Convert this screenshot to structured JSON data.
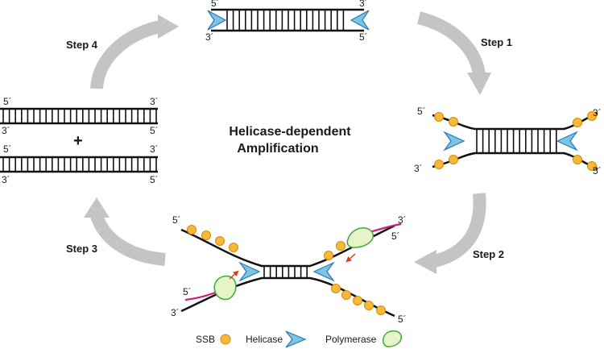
{
  "title": {
    "line1": "Helicase-dependent",
    "line2": "Amplification"
  },
  "steps": {
    "step1": "Step 1",
    "step2": "Step 2",
    "step3": "Step 3",
    "step4": "Step 4"
  },
  "ends": {
    "five": "5´",
    "three": "3´"
  },
  "plus": "+",
  "legend": {
    "ssb": "SSB",
    "helicase": "Helicase",
    "polymerase": "Polymerase"
  },
  "colors": {
    "strand": "#111111",
    "arrow": "#c4c4c4",
    "ssb_fill": "#f6b93b",
    "ssb_stroke": "#d88a00",
    "helicase_fill": "#7cc3e6",
    "helicase_stroke": "#2a79b0",
    "polymerase_fill": "#e6f4c8",
    "polymerase_stroke": "#3caa3c",
    "primer": "#d0187a",
    "small_arrow": "#e03a1e"
  }
}
